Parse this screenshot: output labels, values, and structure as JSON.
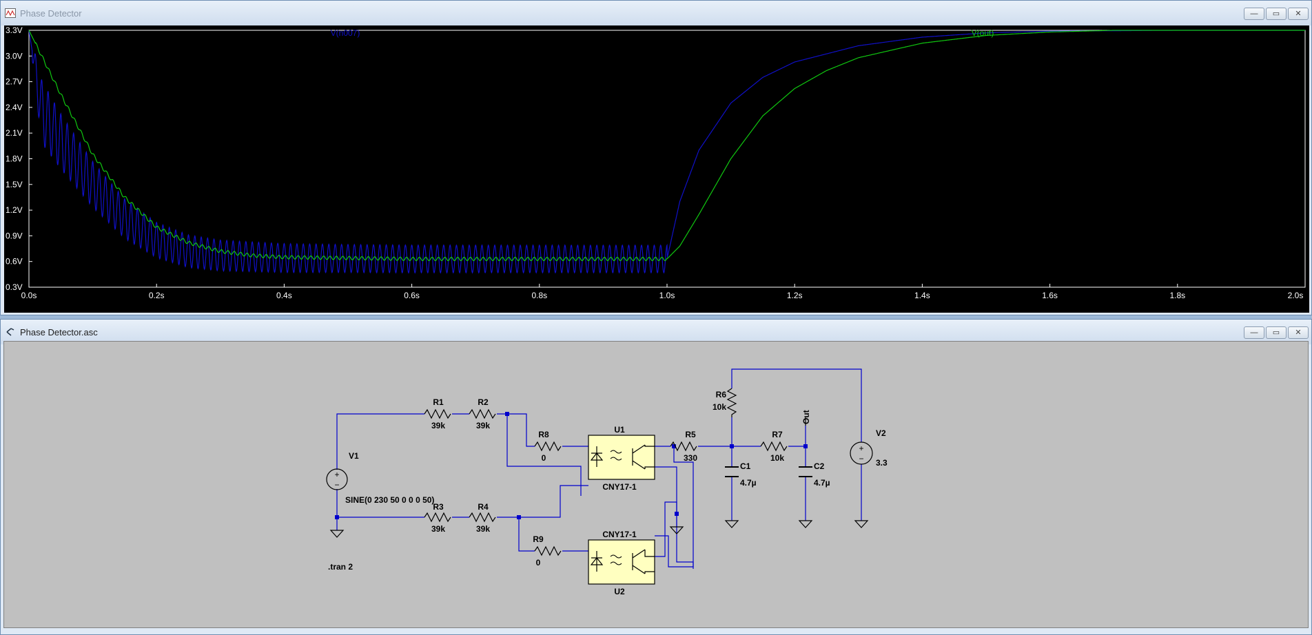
{
  "plot_window": {
    "title": "Phase Detector",
    "buttons": {
      "minimize": "—",
      "maximize": "▭",
      "close": "✕"
    }
  },
  "schematic_window": {
    "title": "Phase Detector.asc",
    "buttons": {
      "minimize": "—",
      "maximize": "▭",
      "close": "✕"
    }
  },
  "colors": {
    "plot_bg": "#000000",
    "trace_n007": "#1010c8",
    "trace_out": "#10c810",
    "wire": "#0000cc",
    "schematic_bg": "#c0c0c0",
    "ic_fill": "#ffffc0"
  },
  "chart_data": {
    "type": "line",
    "xlabel": "",
    "ylabel": "",
    "xlim": [
      0,
      2.0
    ],
    "ylim": [
      0.3,
      3.3
    ],
    "x_ticks": [
      "0.0s",
      "0.2s",
      "0.4s",
      "0.6s",
      "0.8s",
      "1.0s",
      "1.2s",
      "1.4s",
      "1.6s",
      "1.8s",
      "2.0s"
    ],
    "y_ticks": [
      "3.3V",
      "3.0V",
      "2.7V",
      "2.4V",
      "2.1V",
      "1.8V",
      "1.5V",
      "1.2V",
      "0.9V",
      "0.6V",
      "0.3V"
    ],
    "grid": false,
    "series": [
      {
        "name": "V(n007)",
        "color": "#1010c8",
        "ripple_hz": 100,
        "points": [
          [
            0,
            3.3
          ],
          [
            0.02,
            2.35
          ],
          [
            0.05,
            2.0
          ],
          [
            0.1,
            1.5
          ],
          [
            0.15,
            1.1
          ],
          [
            0.2,
            0.85
          ],
          [
            0.25,
            0.72
          ],
          [
            0.3,
            0.67
          ],
          [
            0.4,
            0.64
          ],
          [
            0.6,
            0.63
          ],
          [
            0.8,
            0.63
          ],
          [
            1.0,
            0.63
          ],
          [
            1.02,
            1.3
          ],
          [
            1.05,
            1.9
          ],
          [
            1.1,
            2.45
          ],
          [
            1.15,
            2.75
          ],
          [
            1.2,
            2.93
          ],
          [
            1.3,
            3.12
          ],
          [
            1.4,
            3.22
          ],
          [
            1.5,
            3.27
          ],
          [
            1.6,
            3.29
          ],
          [
            1.8,
            3.3
          ],
          [
            2.0,
            3.3
          ]
        ]
      },
      {
        "name": "V(out)",
        "color": "#10c810",
        "points": [
          [
            0,
            3.3
          ],
          [
            0.05,
            2.55
          ],
          [
            0.1,
            1.85
          ],
          [
            0.15,
            1.35
          ],
          [
            0.2,
            1.0
          ],
          [
            0.25,
            0.82
          ],
          [
            0.3,
            0.72
          ],
          [
            0.35,
            0.67
          ],
          [
            0.4,
            0.65
          ],
          [
            0.6,
            0.63
          ],
          [
            0.8,
            0.63
          ],
          [
            1.0,
            0.63
          ],
          [
            1.02,
            0.78
          ],
          [
            1.05,
            1.15
          ],
          [
            1.1,
            1.8
          ],
          [
            1.15,
            2.3
          ],
          [
            1.2,
            2.62
          ],
          [
            1.25,
            2.83
          ],
          [
            1.3,
            2.98
          ],
          [
            1.4,
            3.15
          ],
          [
            1.5,
            3.24
          ],
          [
            1.6,
            3.28
          ],
          [
            1.7,
            3.3
          ],
          [
            2.0,
            3.3
          ]
        ]
      }
    ]
  },
  "schematic": {
    "components": {
      "R1": {
        "name": "R1",
        "value": "39k"
      },
      "R2": {
        "name": "R2",
        "value": "39k"
      },
      "R3": {
        "name": "R3",
        "value": "39k"
      },
      "R4": {
        "name": "R4",
        "value": "39k"
      },
      "R5": {
        "name": "R5",
        "value": "330"
      },
      "R6": {
        "name": "R6",
        "value": "10k"
      },
      "R7": {
        "name": "R7",
        "value": "10k"
      },
      "R8": {
        "name": "R8",
        "value": "0"
      },
      "R9": {
        "name": "R9",
        "value": "0"
      },
      "C1": {
        "name": "C1",
        "value": "4.7µ"
      },
      "C2": {
        "name": "C2",
        "value": "4.7µ"
      },
      "V1": {
        "name": "V1",
        "value": "SINE(0 230 50 0 0 0 50)"
      },
      "V2": {
        "name": "V2",
        "value": "3.3"
      },
      "U1": {
        "name": "U1",
        "value": "CNY17-1"
      },
      "U2": {
        "name": "U2",
        "value": "CNY17-1"
      }
    },
    "net_label_out": "Out",
    "directive": ".tran 2"
  }
}
